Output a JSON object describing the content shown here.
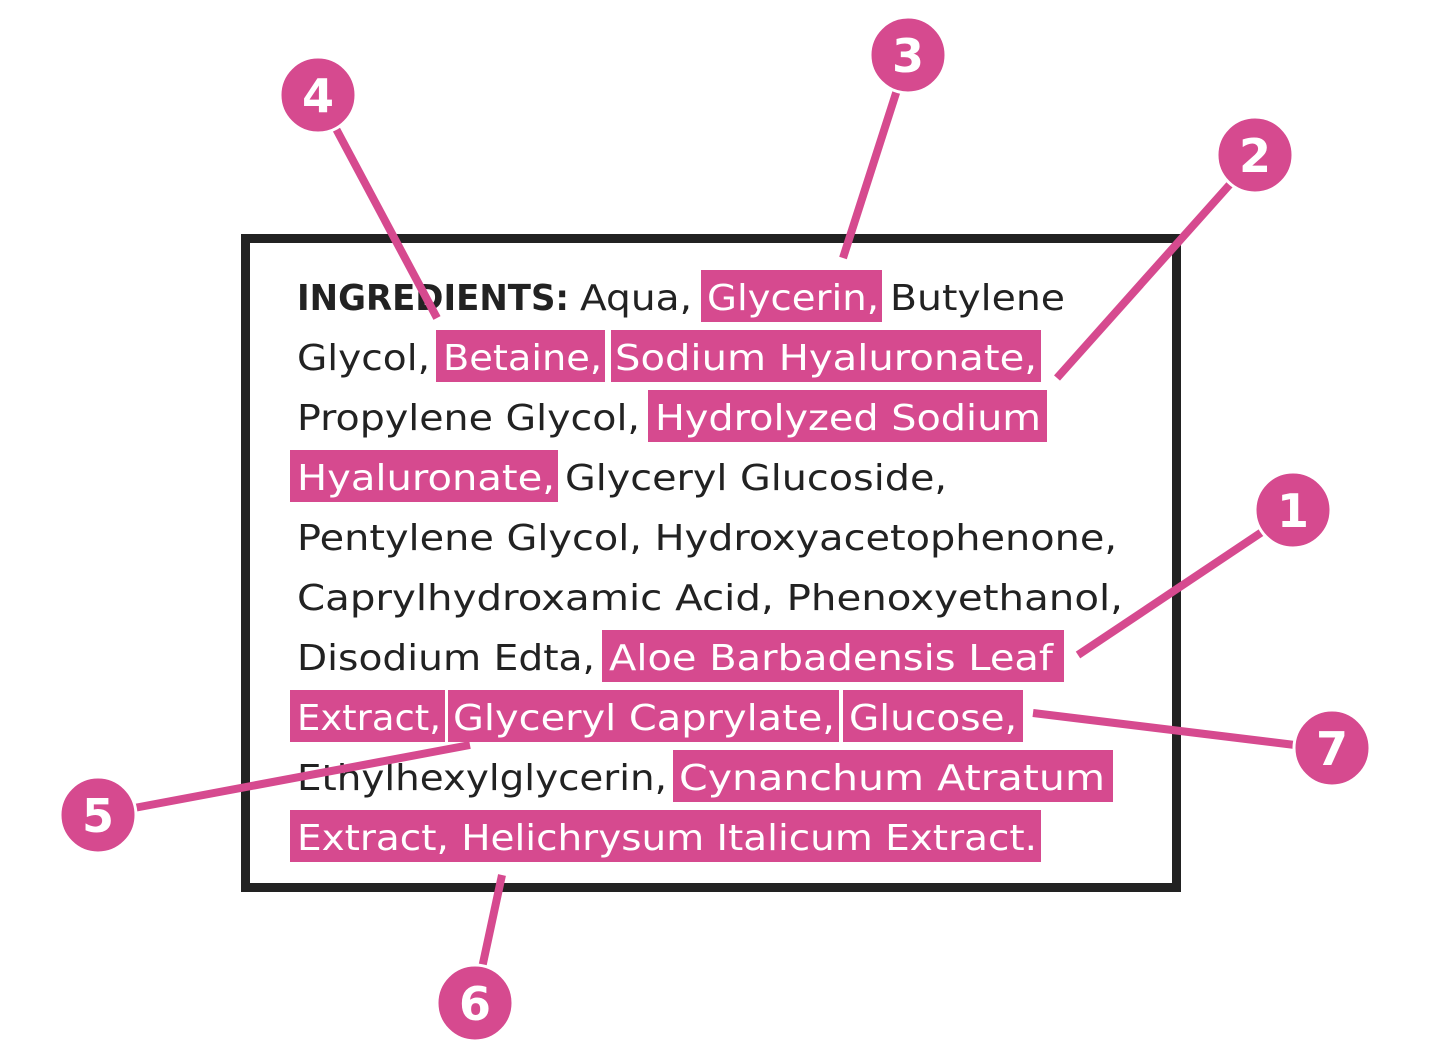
{
  "ingredients": {
    "label": "INGREDIENTS:",
    "lines": [
      [
        "Aqua,",
        "Glycerin,",
        "Butylene"
      ],
      [
        "Glycol,",
        "Betaine,",
        "Sodium Hyaluronate,"
      ],
      [
        "Propylene Glycol,",
        "Hydrolyzed Sodium"
      ],
      [
        "Hyaluronate,",
        "Glyceryl Glucoside,"
      ],
      [
        "Pentylene Glycol, Hydroxyacetophenone,"
      ],
      [
        "Caprylhydroxamic Acid, Phenoxyethanol,"
      ],
      [
        "Disodium Edta,",
        "Aloe Barbadensis Leaf"
      ],
      [
        "Extract,",
        "Glyceryl Caprylate,",
        "Glucose,"
      ],
      [
        "Ethylhexylglycerin,",
        "Cynanchum Atratum"
      ],
      [
        "Extract, Helichrysum Italicum Extract."
      ]
    ]
  },
  "callouts": [
    "1",
    "2",
    "3",
    "4",
    "5",
    "6",
    "7"
  ],
  "colors": {
    "highlight": "#d64a8f",
    "text": "#222222",
    "border": "#222222"
  }
}
